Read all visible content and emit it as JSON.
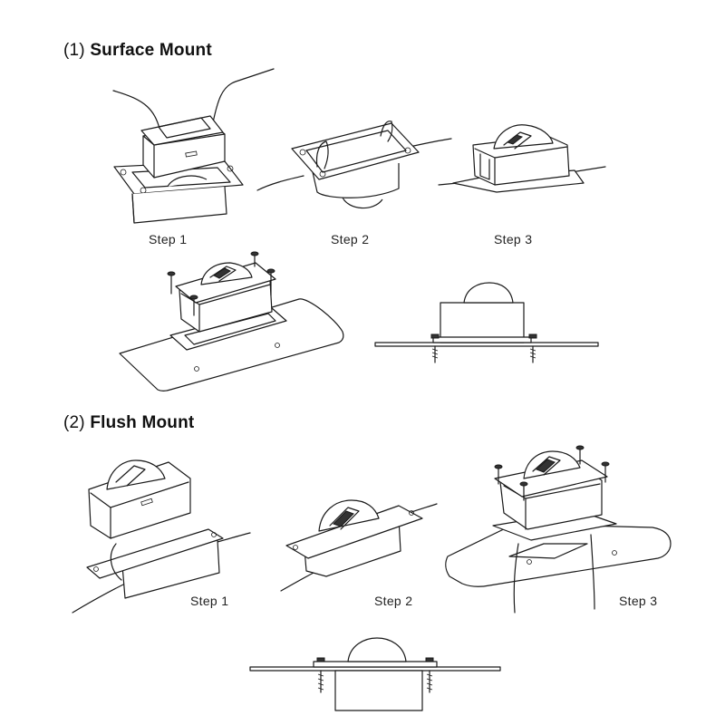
{
  "sections": {
    "surface": {
      "number": "(1)",
      "name": "Surface Mount"
    },
    "flush": {
      "number": "(2)",
      "name": "Flush Mount"
    }
  },
  "surface_steps": [
    "Step 1",
    "Step 2",
    "Step 3"
  ],
  "flush_steps": [
    "Step 1",
    "Step 2",
    "Step 3"
  ]
}
